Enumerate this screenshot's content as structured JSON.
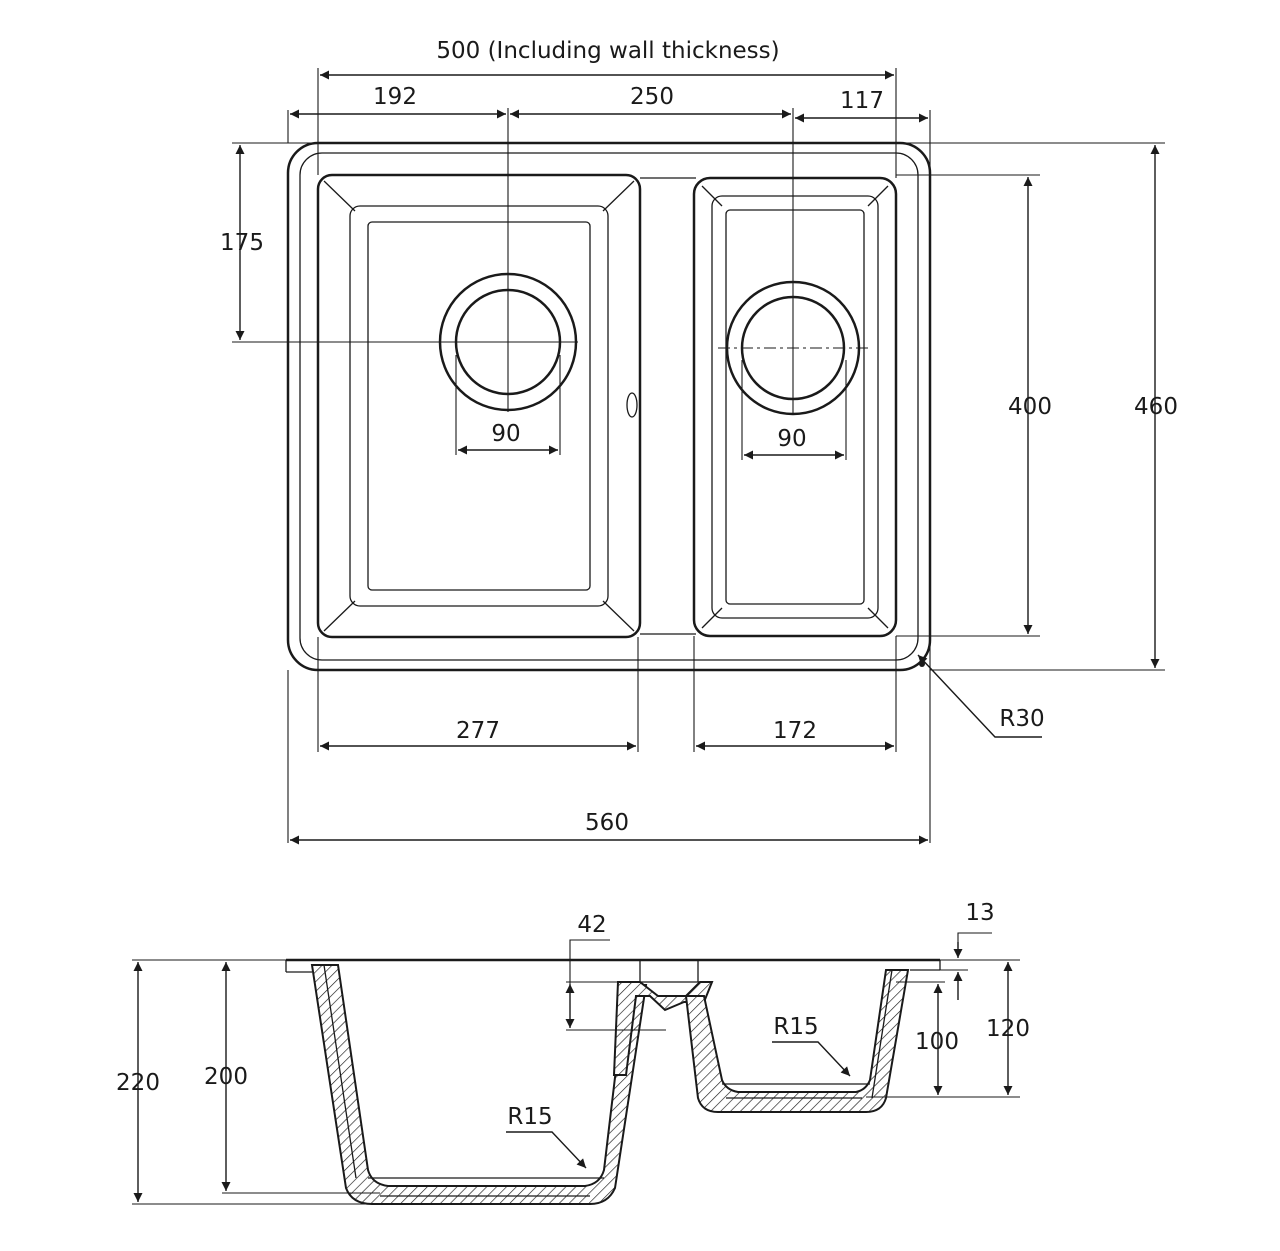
{
  "dimensions": {
    "overall_width_inner": "500 (Including wall thickness)",
    "left_offset": "192",
    "center_spacing": "250",
    "right_offset": "117",
    "waste_offset_depth": "175",
    "left_waste_dia": "90",
    "right_waste_dia": "90",
    "inner_height": "400",
    "outer_height": "460",
    "corner_radius": "R30",
    "left_bowl_width": "277",
    "right_bowl_width": "172",
    "overall_width": "560",
    "divider_drop": "42",
    "flange_thickness": "13",
    "left_depth_outer": "220",
    "left_depth_inner": "200",
    "right_bowl_radius": "R15",
    "left_bowl_radius": "R15",
    "right_depth_inner": "100",
    "right_depth_outer": "120"
  }
}
